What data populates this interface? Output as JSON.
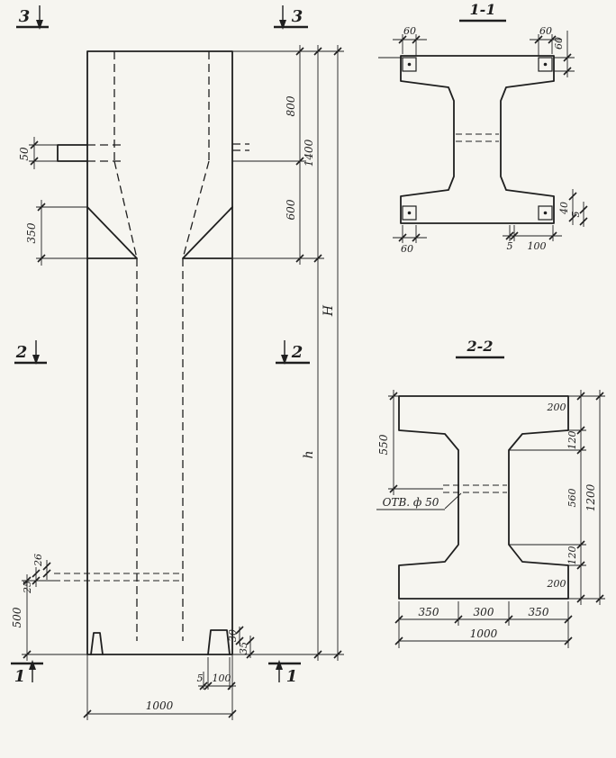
{
  "colors": {
    "ink": "#1f1f1f",
    "paper": "#f6f5f0"
  },
  "elevation": {
    "marker_top": "3",
    "marker_mid": "2",
    "marker_bottom": "1",
    "dim_50": "50",
    "dim_350": "350",
    "dim_26": "26",
    "dim_25": "25",
    "dim_500": "500",
    "dim_800": "800",
    "dim_600": "600",
    "dim_1400": "1400",
    "dim_H": "H",
    "dim_h": "h",
    "dim_1000": "1000",
    "dim_5": "5",
    "dim_100": "100",
    "dim_30": "30",
    "dim_35": "35"
  },
  "section_1_1": {
    "title": "1-1",
    "dim_60_top_left": "60",
    "dim_60_top_right": "60",
    "dim_60_right": "60",
    "dim_60_bottom_left": "60",
    "dim_5_bottom": "5",
    "dim_100_bottom": "100",
    "dim_40_right": "40",
    "dim_5_right": "5"
  },
  "section_2_2": {
    "title": "2-2",
    "hole_label": "ОТВ. ф 50",
    "dim_550": "550",
    "dim_200_top": "200",
    "dim_120_top": "120",
    "dim_560": "560",
    "dim_120_bottom": "120",
    "dim_200_bottom": "200",
    "dim_1200": "1200",
    "dim_350_left": "350",
    "dim_300": "300",
    "dim_350_right": "350",
    "dim_1000": "1000"
  }
}
